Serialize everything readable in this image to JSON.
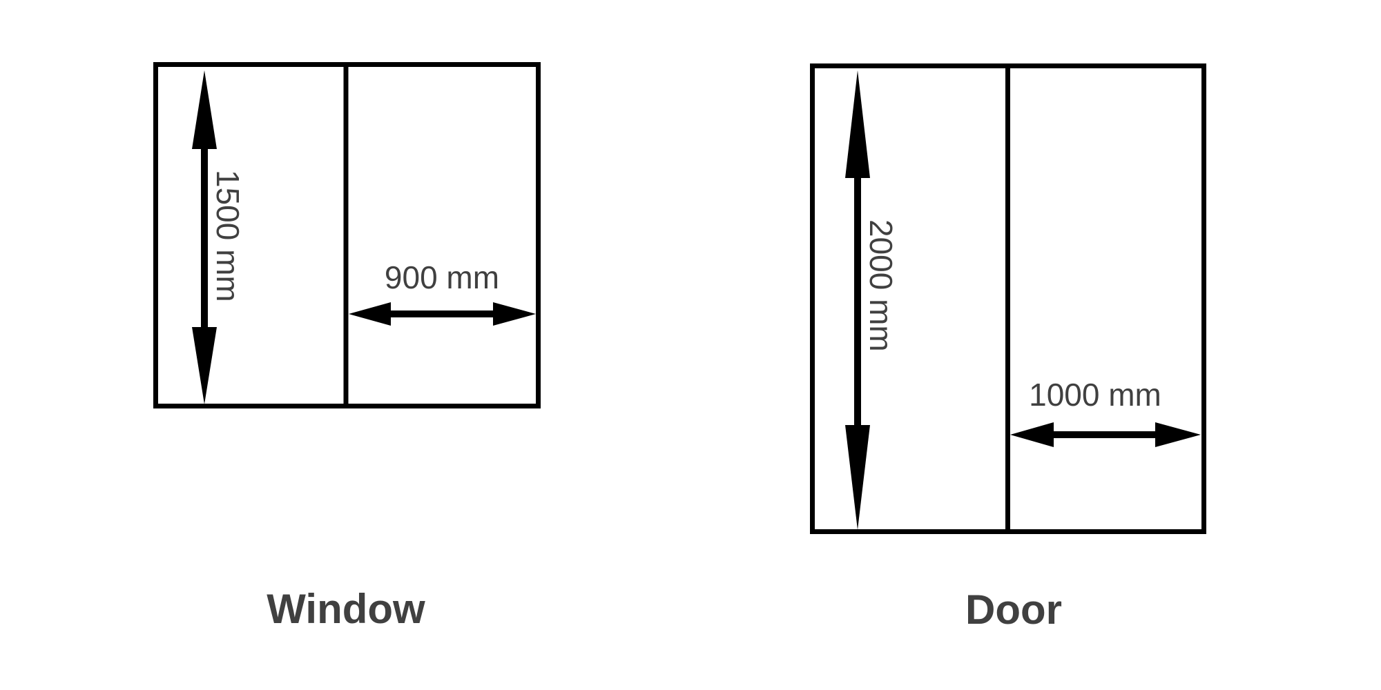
{
  "figures": [
    {
      "name": "window",
      "caption": "Window",
      "height_label": "1500 mm",
      "width_label": "900 mm",
      "height_mm": 1500,
      "width_mm": 900
    },
    {
      "name": "door",
      "caption": "Door",
      "height_label": "2000 mm",
      "width_label": "1000 mm",
      "height_mm": 2000,
      "width_mm": 1000
    }
  ],
  "colors": {
    "stroke": "#000000",
    "text": "#404040",
    "background": "#ffffff"
  }
}
